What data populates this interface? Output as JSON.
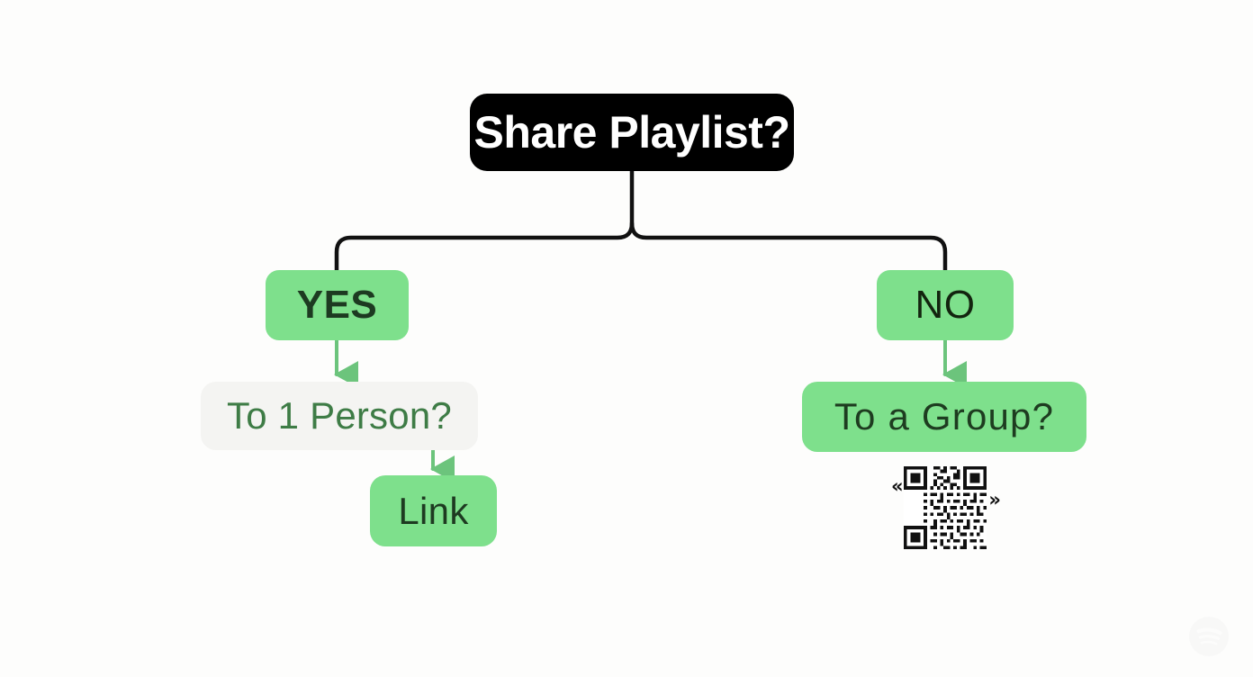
{
  "diagram": {
    "title": "Share Playlist?",
    "type": "decision-flowchart",
    "background_color": "#fdfdfc",
    "accent_green": "#7ee08c",
    "root": {
      "label": "Share Playlist?",
      "fill": "#000000",
      "text_color": "#ffffff"
    },
    "branches": [
      {
        "id": "yes",
        "label": "YES",
        "fill": "#7ee08c",
        "text_color": "#1d3a21",
        "child": {
          "id": "to-1-person",
          "label": "To 1 Person?",
          "fill": "#f4f4f2",
          "text_color": "#3e7c46",
          "child": {
            "id": "link",
            "label": "Link",
            "fill": "#7ee08c",
            "text_color": "#1e3a21"
          }
        }
      },
      {
        "id": "no",
        "label": "NO",
        "fill": "#7ee08c",
        "text_color": "#13240f",
        "child": {
          "id": "to-a-group",
          "label": "To a Group?",
          "fill": "#7ee08c",
          "text_color": "#1e3c20",
          "child": {
            "id": "qr-code",
            "label": "",
            "icon": "qr-code-icon",
            "left_marker": "«",
            "right_marker": "»"
          }
        }
      }
    ],
    "connectors": {
      "trunk_color": "#111111",
      "arrow_color": "#6cc47c"
    },
    "watermark": {
      "icon": "spotify-logo-icon",
      "color": "#f2f2f2"
    }
  }
}
